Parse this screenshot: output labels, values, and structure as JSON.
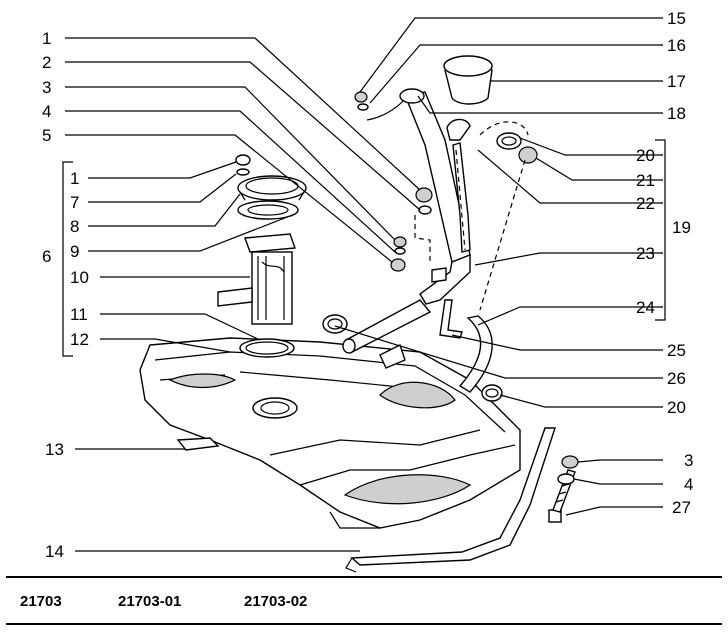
{
  "callouts": [
    {
      "id": "c1a",
      "text": "1"
    },
    {
      "id": "c2",
      "text": "2"
    },
    {
      "id": "c3a",
      "text": "3"
    },
    {
      "id": "c4a",
      "text": "4"
    },
    {
      "id": "c5",
      "text": "5"
    },
    {
      "id": "c1b",
      "text": "1"
    },
    {
      "id": "c7",
      "text": "7"
    },
    {
      "id": "c8",
      "text": "8"
    },
    {
      "id": "c6",
      "text": "6"
    },
    {
      "id": "c9",
      "text": "9"
    },
    {
      "id": "c10",
      "text": "10"
    },
    {
      "id": "c11",
      "text": "11"
    },
    {
      "id": "c12",
      "text": "12"
    },
    {
      "id": "c13",
      "text": "13"
    },
    {
      "id": "c14",
      "text": "14"
    },
    {
      "id": "c15",
      "text": "15"
    },
    {
      "id": "c16",
      "text": "16"
    },
    {
      "id": "c17",
      "text": "17"
    },
    {
      "id": "c18",
      "text": "18"
    },
    {
      "id": "c20a",
      "text": "20"
    },
    {
      "id": "c21",
      "text": "21"
    },
    {
      "id": "c22",
      "text": "22"
    },
    {
      "id": "c19",
      "text": "19"
    },
    {
      "id": "c23",
      "text": "23"
    },
    {
      "id": "c24",
      "text": "24"
    },
    {
      "id": "c25",
      "text": "25"
    },
    {
      "id": "c26",
      "text": "26"
    },
    {
      "id": "c20b",
      "text": "20"
    },
    {
      "id": "c3b",
      "text": "3"
    },
    {
      "id": "c4b",
      "text": "4"
    },
    {
      "id": "c27",
      "text": "27"
    }
  ],
  "footer": {
    "codes": [
      "21703",
      "21703-01",
      "21703-02"
    ]
  }
}
